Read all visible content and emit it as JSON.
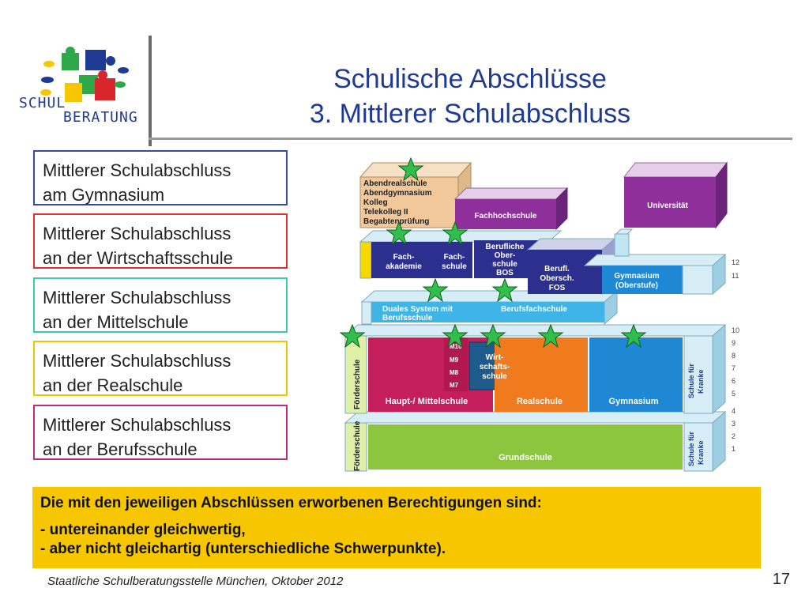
{
  "logo": {
    "line1": "SCHUL",
    "line2": "BERATUNG"
  },
  "title": {
    "line1": "Schulische Abschlüsse",
    "line2": "3. Mittlerer Schulabschluss"
  },
  "boxes": [
    {
      "line1": "Mittlerer Schulabschluss",
      "line2": "am Gymnasium",
      "color": "#3b4aa0"
    },
    {
      "line1": "Mittlerer Schulabschluss",
      "line2": "an der Wirtschaftsschule",
      "color": "#e0322f"
    },
    {
      "line1": "Mittlerer Schulabschluss",
      "line2": "an der Mittelschule",
      "color": "#3fc7b5"
    },
    {
      "line1": "Mittlerer Schulabschluss",
      "line2": "an der Realschule",
      "color": "#f5c200"
    },
    {
      "line1": "Mittlerer Schulabschluss",
      "line2": "an der Berufsschule",
      "color": "#b52f7e"
    }
  ],
  "diagram": {
    "abend": {
      "l1": "Abendrealschule",
      "l2": "Abendgymnasium",
      "l3": "Kolleg",
      "l4": "Telekolleg II",
      "l5": "Begabtenprüfung"
    },
    "fachhochschule": "Fachhochschule",
    "universitaet": "Universität",
    "fachakademie": {
      "l1": "Fach-",
      "l2": "akademie"
    },
    "fachschule": {
      "l1": "Fach-",
      "l2": "schule"
    },
    "bos": {
      "l1": "Berufliche",
      "l2": "Ober-",
      "l3": "schule",
      "l4": "BOS"
    },
    "fos": {
      "l1": "Berufl.",
      "l2": "Obersch.",
      "l3": "FOS"
    },
    "gym_oberstufe": {
      "l1": "Gymnasium",
      "l2": "(Oberstufe)"
    },
    "duales": {
      "l1": "Duales System mit",
      "l2": "Berufsschule"
    },
    "berufsfachschule": "Berufsfachschule",
    "foerderschule": "Förderschule",
    "m_levels": [
      "M10",
      "M9",
      "M8",
      "M7"
    ],
    "wirtschaftsschule": {
      "l1": "Wirt-",
      "l2": "schafts-",
      "l3": "schule"
    },
    "haupt": "Haupt-/ Mittelschule",
    "realschule": "Realschule",
    "gymnasium": "Gymnasium",
    "schule_kranke": {
      "l1": "Schule für",
      "l2": "Kranke"
    },
    "grundschule": "Grundschule",
    "grades_upper": [
      "12",
      "11"
    ],
    "grades_mid": [
      "10",
      "9",
      "8",
      "7",
      "6",
      "5"
    ],
    "grades_low": [
      "4",
      "3",
      "2",
      "1"
    ],
    "colors": {
      "purple": "#8e2f9c",
      "navy": "#2c2f8e",
      "teal_light": "#bfe6f2",
      "cyan": "#3fb4e6",
      "magenta": "#c41e5c",
      "orange": "#f07a1e",
      "blue": "#1e88d4",
      "green": "#8cc63f",
      "yellow": "#f6d700",
      "tan": "#f2c89a",
      "star": "#2fbf4a"
    }
  },
  "note": {
    "line1": "Die mit den jeweiligen Abschlüssen erworbenen Berechtigungen sind:",
    "line2": "- untereinander gleichwertig,",
    "line3": "- aber nicht gleichartig (unterschiedliche Schwerpunkte)."
  },
  "footer": "Staatliche Schulberatungsstelle München, Oktober 2012",
  "page_number": "17"
}
